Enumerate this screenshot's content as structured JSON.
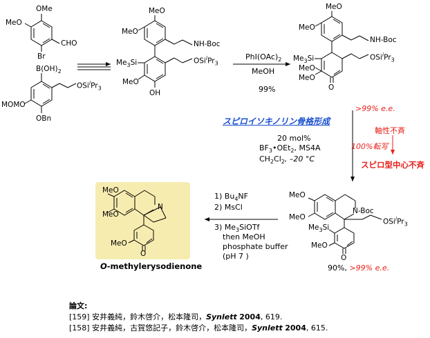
{
  "sm1": {
    "ome_top": "OMe",
    "meo": "MeO",
    "cho": "CHO",
    "br": "Br"
  },
  "sm2": {
    "boh2": "B(OH)",
    "boh2_sub": "2",
    "osi": "OSi",
    "osi_sup": "i",
    "osi_pr": "Pr",
    "osi_sub": "3",
    "momo": "MOMO",
    "obn": "OBn"
  },
  "int1": {
    "meo_top": "MeO",
    "meo": "MeO",
    "nhboc": "NH-Boc",
    "me3si": "Me",
    "me3si_sub": "3",
    "me3si_si": "Si",
    "osi": "OSi",
    "osi_sup": "i",
    "osi_pr": "Pr",
    "osi_sub": "3",
    "meo_low": "MeO",
    "oh": "OH"
  },
  "step1": {
    "reagent": "PhI(OAc)",
    "reagent_sub": "2",
    "solvent": "MeOH",
    "yield": "99%"
  },
  "int2": {
    "meo_top": "MeO",
    "meo": "MeO",
    "nhboc": "NH-Boc",
    "me3si": "Me",
    "me3si_sub": "3",
    "me3si_si": "Si",
    "osi": "OSi",
    "osi_sup": "i",
    "osi_pr": "Pr",
    "osi_sub": "3",
    "meo_k": "MeO",
    "meo_k2": "MeO",
    "o": "O",
    "ee": ">99% e.e."
  },
  "notes": {
    "spiro": "スピロイソキノリン骨格形成",
    "axial": "軸性不斉",
    "transfer": "100%転写",
    "spiro_center": "スピロ型中心不斉"
  },
  "step2": {
    "line1": "20 mol%",
    "line2a": "BF",
    "line2a_sub": "3",
    "line2b": "•OEt",
    "line2b_sub": "2",
    "line2c": ", MS4A",
    "line3a": "CH",
    "line3a_sub": "2",
    "line3b": "Cl",
    "line3b_sub": "2",
    "line3c": ", –20 °C"
  },
  "int3": {
    "meo_top": "MeO",
    "meo": "MeO",
    "nboc": "N-Boc",
    "me3si": "Me",
    "me3si_sub": "3",
    "me3si_si": "Si",
    "osi": "OSi",
    "osi_sup": "i",
    "osi_pr": "Pr",
    "osi_sub": "3",
    "meo_en": "MeO",
    "o": "O",
    "yield": "90%, ",
    "ee": ">99% e.e."
  },
  "step3": {
    "l1": "1) Bu",
    "l1_sub": "4",
    "l1b": "NF",
    "l2": "2) MsCl",
    "l3": "3) Me",
    "l3_sub": "3",
    "l3b": "SiOTf",
    "l4": "then MeOH",
    "l5": "phosphate buffer",
    "l6": "(pH 7 )"
  },
  "product": {
    "meo_top": "MeO",
    "meo": "MeO",
    "n": "N",
    "meo_en": "MeO",
    "o": "O",
    "name_italic": "O",
    "name_rest": "-methylerysodienone"
  },
  "refs": {
    "heading": "論文:",
    "r1_pre": "[159] 安井義純，鈴木啓介，松本隆司，",
    "r1_journal": "Synlett",
    "r1_year": "2004",
    "r1_pages": ", 619.",
    "r2_pre": "[158] 安井義純，古賀悠記子，鈴木啓介，松本隆司，",
    "r2_journal": "Synlett",
    "r2_year": "2004",
    "r2_pages": ", 615."
  },
  "colors": {
    "red": "#e8201a",
    "blue": "#1a4fcf",
    "highlight": "#f7ecb0"
  }
}
